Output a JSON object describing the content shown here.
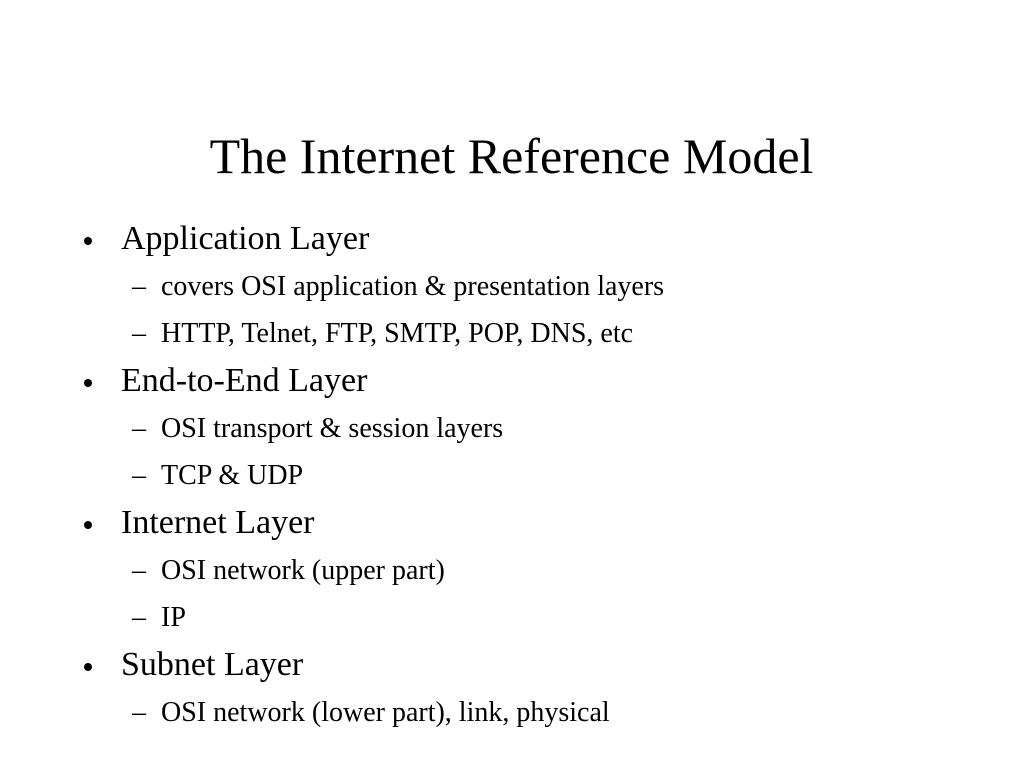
{
  "slide": {
    "title": "The Internet Reference Model",
    "dash_glyph": "–",
    "items": [
      {
        "label": "Application Layer",
        "sub": [
          "covers OSI application & presentation layers",
          "HTTP, Telnet, FTP, SMTP, POP, DNS, etc"
        ]
      },
      {
        "label": "End-to-End Layer",
        "sub": [
          "OSI transport & session layers",
          "TCP & UDP"
        ]
      },
      {
        "label": "Internet Layer",
        "sub": [
          "OSI network (upper part)",
          "IP"
        ]
      },
      {
        "label": "Subnet Layer",
        "sub": [
          "OSI network (lower part), link, physical"
        ]
      }
    ]
  }
}
